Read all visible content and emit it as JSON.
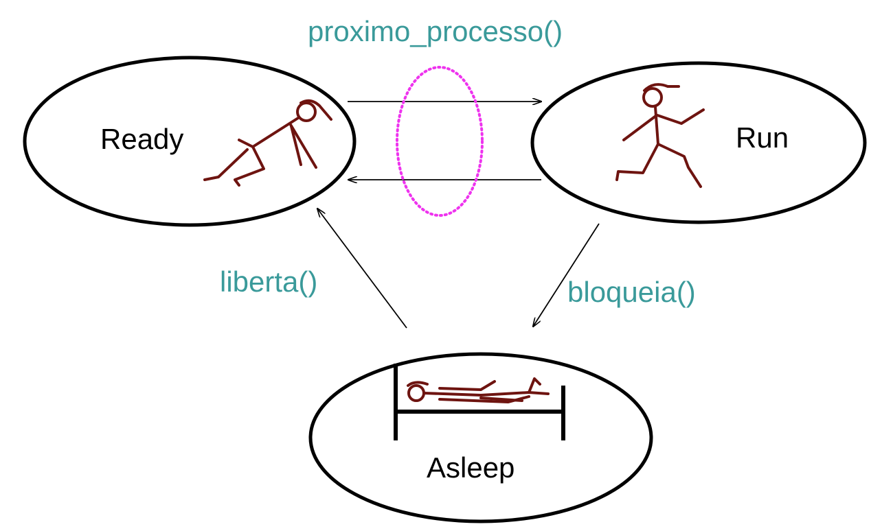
{
  "states": {
    "ready": {
      "label": "Ready"
    },
    "run": {
      "label": "Run"
    },
    "asleep": {
      "label": "Asleep"
    }
  },
  "transitions": {
    "proximo_processo": {
      "label": "proximo_processo()"
    },
    "liberta": {
      "label": "liberta()"
    },
    "bloqueia": {
      "label": "bloqueia()"
    }
  },
  "colors": {
    "label_teal": "#3a9a9a",
    "figure_brown": "#6e1410",
    "highlight_magenta": "#ee33ee",
    "line": "#000000"
  }
}
